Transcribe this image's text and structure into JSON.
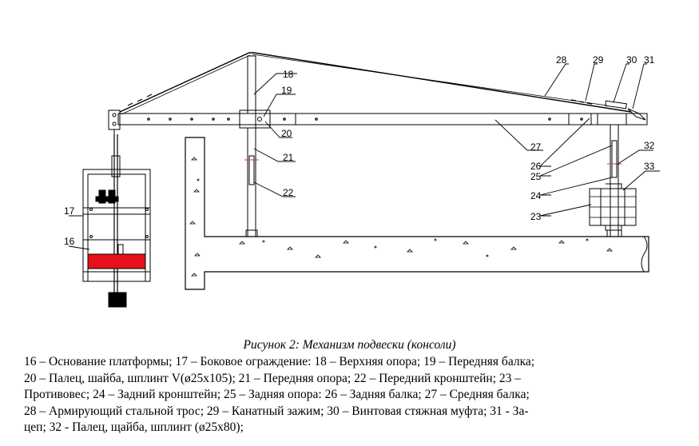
{
  "figure": {
    "labels": {
      "l16": "16",
      "l17": "17",
      "l18": "18",
      "l19": "19",
      "l20": "20",
      "l21": "21",
      "l22": "22",
      "l23": "23",
      "l24": "24",
      "l25": "25",
      "l26": "26",
      "l27": "27",
      "l28": "28",
      "l29": "29",
      "l30": "30",
      "l31": "31",
      "l32": "32",
      "l33": "33"
    },
    "colors": {
      "line": "#000000",
      "platform_base": "#e8101a",
      "marker": "#d0307a"
    }
  },
  "caption": "Рисунок 2: Механизм подвески (консоли)",
  "legend": [
    "16 – Основание платформы; 17 – Боковое ограждение: 18 – Верхняя опора; 19 – Передняя балка;",
    "20 – Палец, шайба, шплинт V(ø25х105); 21 – Передняя опора; 22 – Передний кронштейн; 23 –",
    "Противовес; 24 – Задний кронштейн; 25 – Задняя опора: 26 – Задняя балка; 27 – Средняя балка;",
    "28 – Армирующий стальной трос; 29 – Канатный зажим; 30 – Винтовая стяжная муфта; 31 - За-",
    "цеп; 32 - Палец, щайба, шплинт (ø25х80);"
  ]
}
